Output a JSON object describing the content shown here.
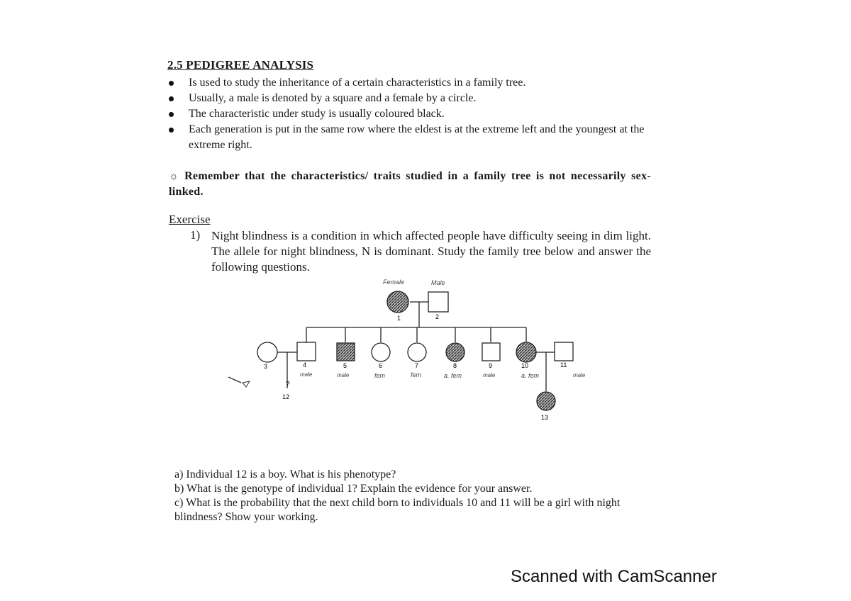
{
  "title": "2.5 PEDIGREE ANALYSIS",
  "bullets": [
    "Is used to study the inheritance of a certain characteristics in a family tree.",
    "Usually, a male is denoted by a square and a female by a circle.",
    "The characteristic under study is usually coloured black.",
    "Each generation is put in the same row where the eldest is at the extreme left and the youngest at the extreme right."
  ],
  "remember_text": "Remember that the characteristics/ traits studied in a family tree is not necessarily sex-linked.",
  "exercise": {
    "heading": "Exercise",
    "number": "1)",
    "text": "Night blindness is a condition in which affected people have difficulty seeing in dim light. The allele for night blindness, N is dominant. Study the family tree below and answer the following questions."
  },
  "pedigree": {
    "handwritten_top": [
      "Female",
      "Male"
    ],
    "individuals": [
      {
        "id": "1",
        "sex": "female",
        "affected": true
      },
      {
        "id": "2",
        "sex": "male",
        "affected": false
      },
      {
        "id": "3",
        "sex": "female",
        "affected": false
      },
      {
        "id": "4",
        "sex": "male",
        "affected": false,
        "note": "male"
      },
      {
        "id": "5",
        "sex": "male",
        "affected": true,
        "note": "male"
      },
      {
        "id": "6",
        "sex": "female",
        "affected": false,
        "note": "fem"
      },
      {
        "id": "7",
        "sex": "female",
        "affected": false,
        "note": "fem"
      },
      {
        "id": "8",
        "sex": "female",
        "affected": true,
        "note": "a. fem"
      },
      {
        "id": "9",
        "sex": "male",
        "affected": false,
        "note": "male"
      },
      {
        "id": "10",
        "sex": "female",
        "affected": true,
        "note": "a. fem"
      },
      {
        "id": "11",
        "sex": "male",
        "affected": false,
        "note": "male"
      },
      {
        "id": "12",
        "sex": "unknown",
        "affected": null,
        "note": "?"
      },
      {
        "id": "13",
        "sex": "female",
        "affected": true
      }
    ]
  },
  "questions": [
    "a) Individual 12 is a boy. What is his phenotype?",
    "b) What is the genotype of individual 1? Explain the evidence for your answer.",
    "c) What is the probability that the next child born to individuals 10 and 11 will be a girl with night blindness? Show your working."
  ],
  "footer": "Scanned with CamScanner"
}
